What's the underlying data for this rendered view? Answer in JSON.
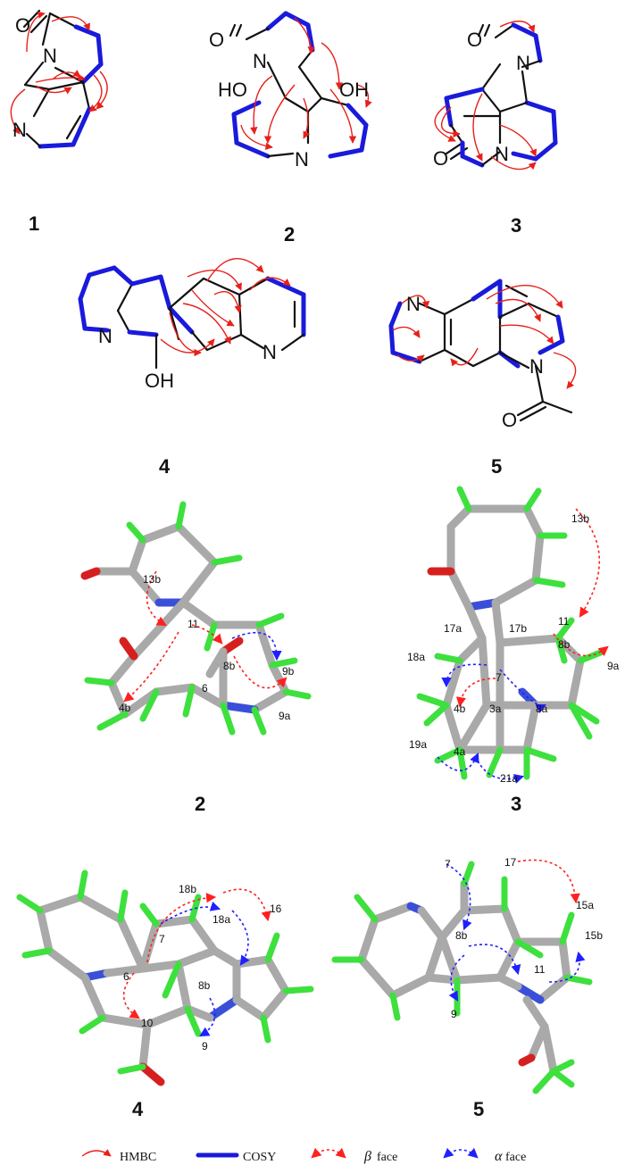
{
  "compounds": {
    "c1": {
      "label": "1"
    },
    "c2": {
      "label": "2"
    },
    "c3": {
      "label": "3"
    },
    "c4": {
      "label": "4"
    },
    "c5": {
      "label": "5"
    }
  },
  "models": {
    "m2": {
      "label": "2",
      "atoms": [
        "13b",
        "11",
        "8b",
        "4b",
        "6",
        "9b",
        "9a"
      ]
    },
    "m3": {
      "label": "3",
      "atoms": [
        "13b",
        "11",
        "17a",
        "17b",
        "8b",
        "9a",
        "18a",
        "7",
        "4b",
        "3a",
        "8a",
        "19a",
        "4a",
        "21a"
      ]
    },
    "m4": {
      "label": "4",
      "atoms": [
        "18b",
        "16",
        "18a",
        "7",
        "6",
        "8b",
        "10",
        "9"
      ]
    },
    "m5": {
      "label": "5",
      "atoms": [
        "7",
        "17",
        "15a",
        "15b",
        "8b",
        "11",
        "9"
      ]
    }
  },
  "atoms": {
    "N": "N",
    "O": "O",
    "HO": "HO",
    "OH": "OH"
  },
  "legend": {
    "hmbc": "HMBC",
    "cosy": "COSY",
    "beta": "β",
    "alpha": "α",
    "face": "face"
  },
  "colors": {
    "hmbc": "#e8201a",
    "cosy": "#1a1adc",
    "beta": "#ff2020",
    "alpha": "#2020ff",
    "carbon": "#a9a9a9",
    "hydrogen": "#3ee03e",
    "nitrogen": "#3a4fd8",
    "oxygen": "#d62020"
  }
}
